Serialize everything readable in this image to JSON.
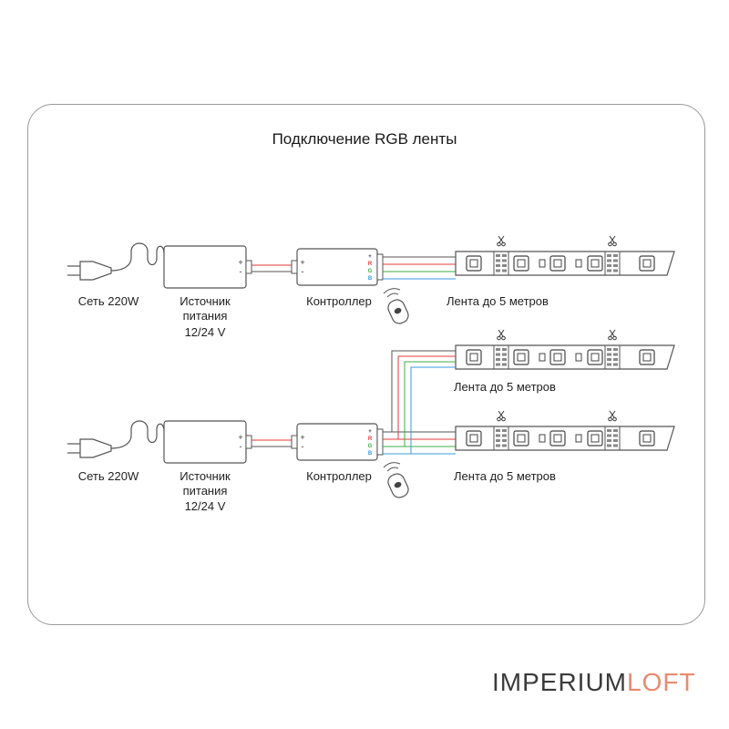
{
  "title": "Подключение RGB ленты",
  "colors": {
    "red": "#e33b3b",
    "green": "#3cae4a",
    "blue": "#3a9be0",
    "brand_accent": "#e88a6e",
    "line": "#555555"
  },
  "top_row": {
    "mains_label": "Сеть 220W",
    "psu_label_line1": "Источник",
    "psu_label_line2": "питания",
    "psu_voltage": "12/24 V",
    "controller_label": "Контроллер",
    "strip_label": "Лента до 5 метров"
  },
  "bottom_row": {
    "mains_label": "Сеть 220W",
    "psu_label_line1": "Источник",
    "psu_label_line2": "питания",
    "psu_voltage": "12/24 V",
    "controller_label": "Контроллер",
    "strip_upper_label": "Лента до 5 метров",
    "strip_lower_label": "Лента до 5 метров"
  },
  "terminals": {
    "plus": "+",
    "minus": "-",
    "v": "+",
    "r": "R",
    "g": "G",
    "b": "B"
  },
  "brand": {
    "part1": "IMPERIUM",
    "part2": "LOFT"
  }
}
